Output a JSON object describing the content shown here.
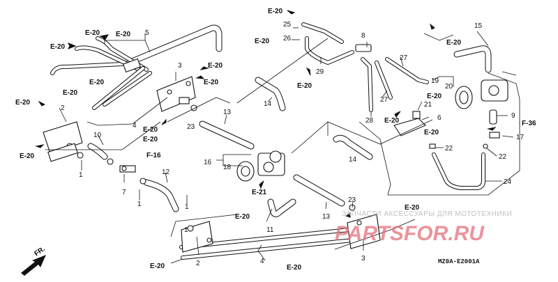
{
  "diagram": {
    "ref_label": "E-20",
    "numbers": {
      "n1a": "1",
      "n1b": "1",
      "n1c": "1",
      "n1d": "1",
      "n2a": "2",
      "n2b": "2",
      "n3a": "3",
      "n3b": "3",
      "n4a": "4",
      "n4b": "4",
      "n5": "5",
      "n6": "6",
      "n7": "7",
      "n8": "8",
      "n9": "9",
      "n10": "10",
      "n11": "11",
      "n12": "12",
      "n13a": "13",
      "n13b": "13",
      "n14a": "14",
      "n14b": "14",
      "n15": "15",
      "n16": "16",
      "n17": "17",
      "n18": "18",
      "n19": "19",
      "n20": "20",
      "n21": "21",
      "n22a": "22",
      "n22b": "22",
      "n23a": "23",
      "n23b": "23",
      "n24": "24",
      "n25": "25",
      "n26": "26",
      "n27a": "27",
      "n27b": "27",
      "n28": "28",
      "n29": "29"
    },
    "other_refs": {
      "f16": "F-16",
      "f36": "F-36",
      "e21": "E-21"
    },
    "fr_label": "FR.",
    "diagram_code": "MZ0A-E2001A"
  },
  "watermark": {
    "tagline": "ЗАПЧАСТИ АКСЕССУАРЫ ДЛЯ МОТОТЕХНИКИ",
    "logo": "PARTSFOR.RU"
  }
}
